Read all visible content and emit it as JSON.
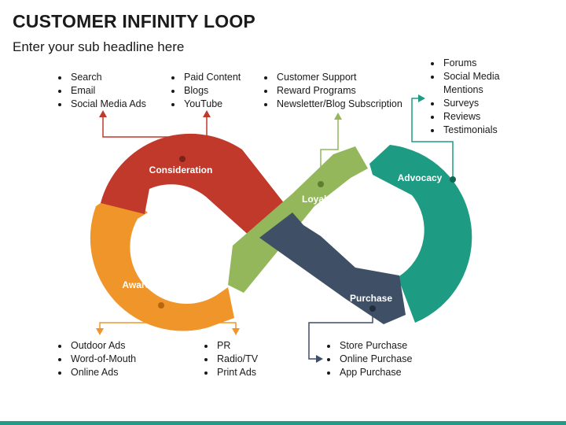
{
  "title": "CUSTOMER INFINITY LOOP",
  "subtitle": "Enter your sub headline here",
  "colors": {
    "consideration": "#c0392b",
    "awareness": "#f0952a",
    "loyalty": "#93b75a",
    "advocacy": "#1e9c83",
    "purchase": "#3f4f66"
  },
  "segments": [
    {
      "id": "consideration",
      "label": "Consideration"
    },
    {
      "id": "awareness",
      "label": "Awareness"
    },
    {
      "id": "loyalty",
      "label": "Loyalty"
    },
    {
      "id": "advocacy",
      "label": "Advocacy"
    },
    {
      "id": "purchase",
      "label": "Purchase"
    }
  ],
  "lists": {
    "consideration_a": [
      "Search",
      "Email",
      "Social Media Ads"
    ],
    "consideration_b": [
      "Paid Content",
      "Blogs",
      "YouTube"
    ],
    "loyalty": [
      "Customer Support",
      "Reward Programs",
      "Newsletter/Blog Subscription"
    ],
    "advocacy": [
      "Forums",
      "Social Media Mentions",
      "Surveys",
      "Reviews",
      "Testimonials"
    ],
    "awareness_a": [
      "Outdoor Ads",
      "Word-of-Mouth",
      "Online Ads"
    ],
    "awareness_b": [
      "PR",
      "Radio/TV",
      "Print Ads"
    ],
    "purchase": [
      "Store Purchase",
      "Online Purchase",
      "App Purchase"
    ]
  }
}
